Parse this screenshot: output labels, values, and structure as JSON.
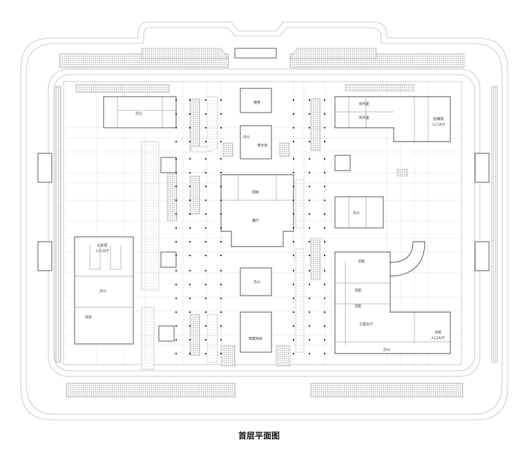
{
  "title": "首层平面图",
  "rooms": {
    "nw_office": "办公",
    "north_dorm": "宿舍",
    "north_office": "办公",
    "north_water": "修水房",
    "kitchen": "厨房",
    "dining": "餐厅",
    "police_lobby_1": "公安局",
    "police_lobby_2": "入口大厅",
    "police_office": "办公",
    "reading": "阅览",
    "south_office": "办公",
    "archives": "档案库房",
    "proc_room_1": "询问室",
    "proc_room_2": "询问室",
    "proc_lobby_1": "检察院",
    "proc_lobby_2": "入口大厅",
    "east_office": "办公",
    "court_1": "法庭",
    "court_2": "法庭",
    "court_3": "法庭",
    "filing_hall": "立案大厅",
    "court_office": "办公",
    "court_lobby_1": "法院",
    "court_lobby_2": "入口大厅"
  },
  "colors": {
    "line": "#555555",
    "light": "#c8c8c8",
    "hatch": "#9a9a9a"
  }
}
